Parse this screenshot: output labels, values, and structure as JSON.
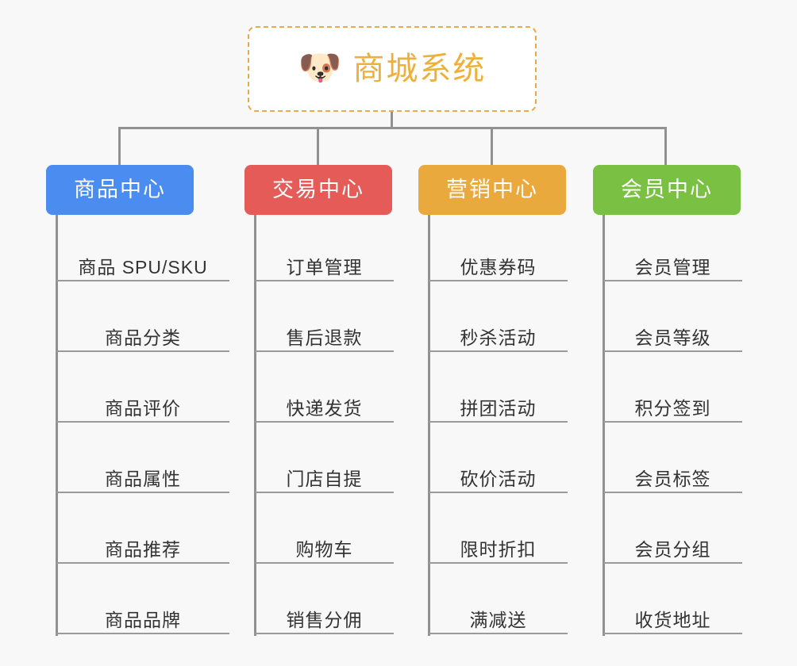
{
  "background_color": "#f8f8f8",
  "root": {
    "icon": "dog-face-icon",
    "emoji": "🐶",
    "title": "商城系统",
    "title_color": "#eeb03c",
    "border_color": "#eaa94a",
    "border_style": "dashed"
  },
  "connector_color": "#919191",
  "branches": [
    {
      "key": "product-center",
      "label": "商品中心",
      "color": "#4a8cf0",
      "items": [
        "商品 SPU/SKU",
        "商品分类",
        "商品评价",
        "商品属性",
        "商品推荐",
        "商品品牌"
      ]
    },
    {
      "key": "trade-center",
      "label": "交易中心",
      "color": "#e45b58",
      "items": [
        "订单管理",
        "售后退款",
        "快递发货",
        "门店自提",
        "购物车",
        "销售分佣"
      ]
    },
    {
      "key": "marketing-center",
      "label": "营销中心",
      "color": "#eaa93c",
      "items": [
        "优惠券码",
        "秒杀活动",
        "拼团活动",
        "砍价活动",
        "限时折扣",
        "满减送"
      ]
    },
    {
      "key": "member-center",
      "label": "会员中心",
      "color": "#7ac143",
      "items": [
        "会员管理",
        "会员等级",
        "积分签到",
        "会员标签",
        "会员分组",
        "收货地址"
      ]
    }
  ]
}
